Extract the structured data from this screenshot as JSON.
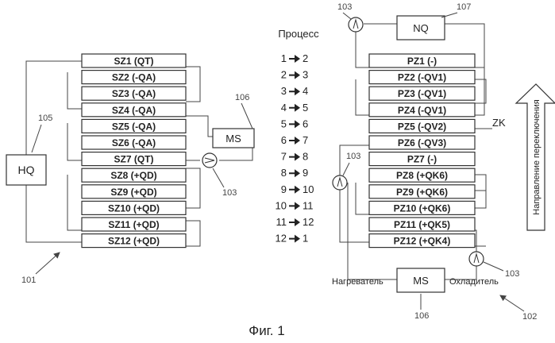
{
  "left_group": {
    "ref": "101",
    "sz_labels": [
      "SZ1 (QT)",
      "SZ2 (-QA)",
      "SZ3 (-QA)",
      "SZ4 (-QA)",
      "SZ5 (-QA)",
      "SZ6 (-QA)",
      "SZ7 (QT)",
      "SZ8 (+QD)",
      "SZ9 (+QD)",
      "SZ10 (+QD)",
      "SZ11 (+QD)",
      "SZ12 (+QD)"
    ],
    "hq": {
      "label": "HQ",
      "ref": "105"
    },
    "ms": {
      "label": "MS",
      "ref": "106"
    },
    "pump_ref": "103"
  },
  "process": {
    "title": "Процесс",
    "steps": [
      {
        "from": "1",
        "to": "2"
      },
      {
        "from": "2",
        "to": "3"
      },
      {
        "from": "3",
        "to": "4"
      },
      {
        "from": "4",
        "to": "5"
      },
      {
        "from": "5",
        "to": "6"
      },
      {
        "from": "6",
        "to": "7"
      },
      {
        "from": "7",
        "to": "8"
      },
      {
        "from": "8",
        "to": "9"
      },
      {
        "from": "9",
        "to": "10"
      },
      {
        "from": "10",
        "to": "11"
      },
      {
        "from": "11",
        "to": "12"
      },
      {
        "from": "12",
        "to": "1"
      }
    ]
  },
  "right_group": {
    "ref": "102",
    "pz_labels": [
      "PZ1 (-)",
      "PZ2 (-QV1)",
      "PZ3 (-QV1)",
      "PZ4 (-QV1)",
      "PZ5 (-QV2)",
      "PZ6 (-QV3)",
      "PZ7 (-)",
      "PZ8 (+QK6)",
      "PZ9 (+QK6)",
      "PZ10 (+QK6)",
      "PZ11 (+QK5)",
      "PZ12 (+QK4)"
    ],
    "nq": {
      "label": "NQ",
      "ref": "107"
    },
    "ms": {
      "label": "MS",
      "ref": "106"
    },
    "zk_label": "ZK",
    "heater_label": "Нагреватель",
    "cooler_label": "Охладитель",
    "pump_refs": [
      "103",
      "103",
      "103"
    ],
    "switch_direction_label": "Направление переключения"
  },
  "caption": "Фиг. 1"
}
